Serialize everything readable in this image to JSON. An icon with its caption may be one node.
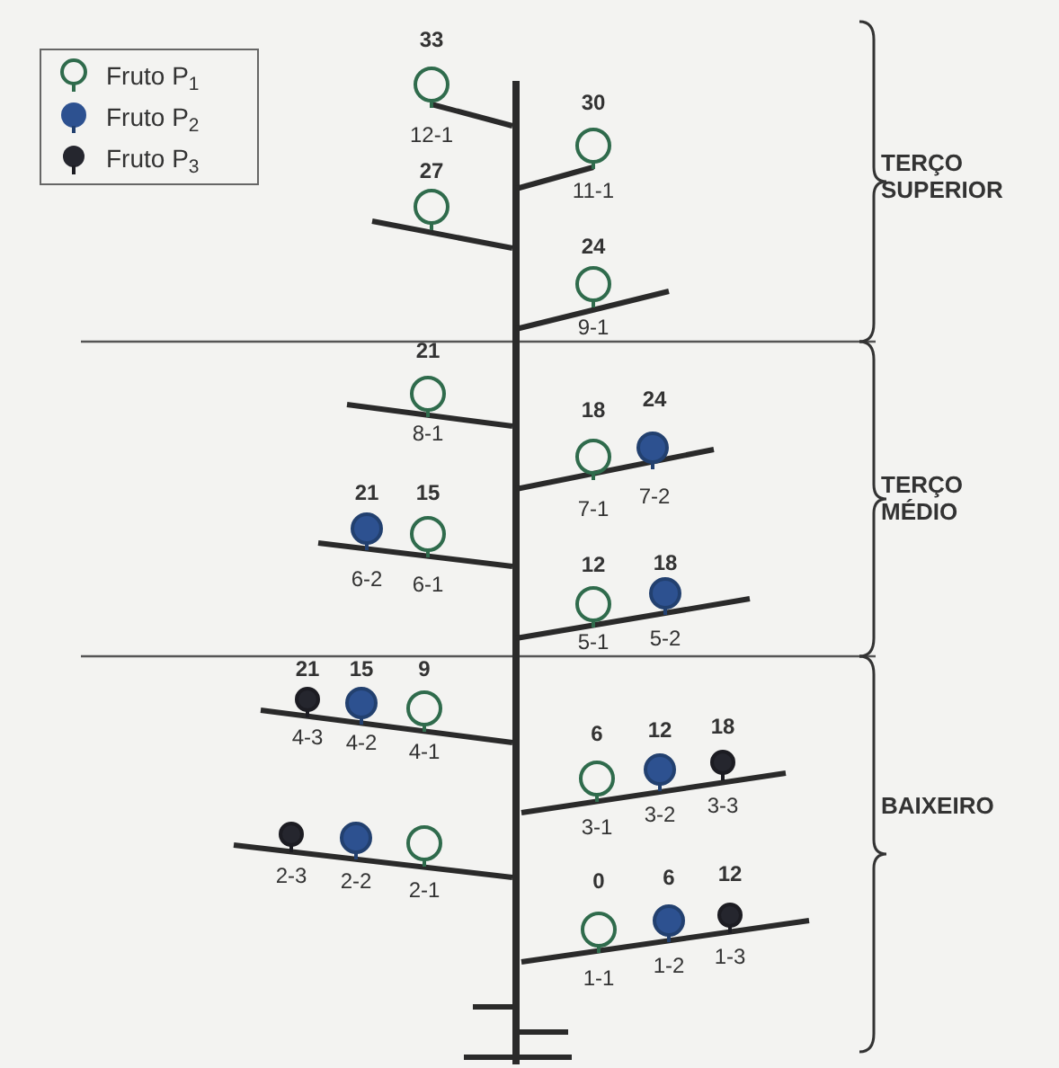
{
  "diagram": {
    "labels": [
      "33",
      "12-1",
      "30",
      "11-1",
      "27",
      "24",
      "9-1",
      "TERÇO SUPERIOR",
      "21",
      "8-1",
      "18",
      "24",
      "7-1",
      "7-2",
      "TERÇO MÉDIO",
      "21",
      "15",
      "6-2",
      "6-1",
      "12",
      "18",
      "5-1",
      "5-2",
      "21",
      "15",
      "9",
      "4-3",
      "4-2",
      "4-1",
      "BAIXEIRO",
      "6",
      "12",
      "18",
      "3-1",
      "3-2",
      "3-3",
      "2-3",
      "2-2",
      "2-1",
      "0",
      "6",
      "12",
      "1-1",
      "1-2",
      "1-3"
    ],
    "legend": [
      {
        "text": "Fruto P$_{1}$"
      },
      {
        "text": "Fruto P$_{2}$"
      },
      {
        "text": "Fruto P$_{3}$"
      }
    ]
  }
}
